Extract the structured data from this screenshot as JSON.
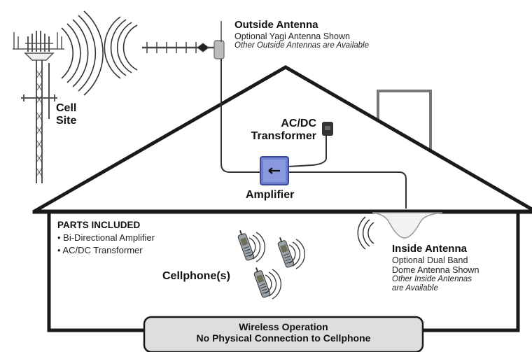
{
  "cell_site": {
    "line1": "Cell",
    "line2": "Site"
  },
  "outside_antenna": {
    "title": "Outside Antenna",
    "subtitle": "Optional Yagi Antenna Shown",
    "note": "Other Outside Antennas are Available"
  },
  "transformer": {
    "line1": "AC/DC",
    "line2": "Transformer"
  },
  "amplifier": {
    "label": "Amplifier"
  },
  "inside_antenna": {
    "title": "Inside Antenna",
    "line1": "Optional Dual Band",
    "line2": "Dome Antenna Shown",
    "note1": "Other Inside Antennas",
    "note2": "are Available"
  },
  "parts": {
    "heading": "PARTS INCLUDED",
    "items": [
      "• Bi-Directional Amplifier",
      "• AC/DC Transformer"
    ]
  },
  "cellphones": {
    "label": "Cellphone(s)"
  },
  "banner": {
    "line1": "Wireless Operation",
    "line2": "No Physical Connection to Cellphone"
  },
  "colors": {
    "outline": "#1a1a1a",
    "amplifier": "#6d7fd0",
    "banner_fill": "#dedede",
    "dome": "#f2f2f2"
  },
  "icons": [
    "cell-tower-icon",
    "yagi-antenna-icon",
    "amplifier-icon",
    "transformer-icon",
    "dome-antenna-icon",
    "cellphone-icon",
    "signal-waves-icon"
  ]
}
